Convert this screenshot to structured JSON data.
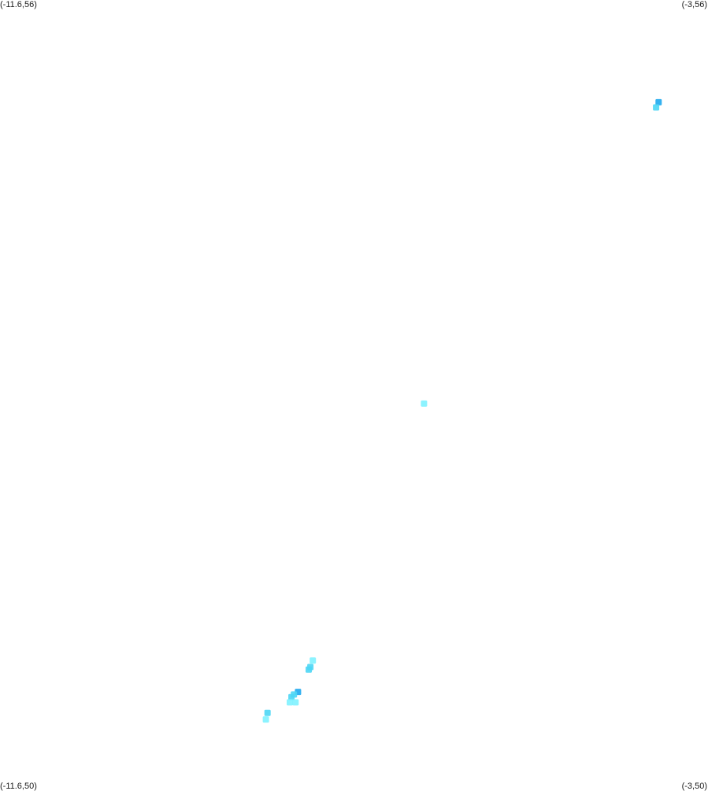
{
  "corners": {
    "top_left": "(-11.6,56)",
    "top_right": "(-3,56)",
    "bottom_left": "(-11.6,50)",
    "bottom_right": "(-3,50)"
  },
  "colors": {
    "light": "#7ff2ff",
    "mid": "#4cd6f5",
    "dark": "#1ea8ee",
    "background": "#ffffff"
  },
  "map_data": {
    "lon_range": [
      -11.6,
      -3
    ],
    "lat_range": [
      50,
      56
    ],
    "cells": [
      {
        "lon": -3.6,
        "lat": 55.22,
        "level": "dark"
      },
      {
        "lon": -3.63,
        "lat": 55.18,
        "level": "mid"
      },
      {
        "lon": -6.45,
        "lat": 52.92,
        "level": "light"
      },
      {
        "lon": -7.8,
        "lat": 50.96,
        "level": "light"
      },
      {
        "lon": -7.83,
        "lat": 50.91,
        "level": "mid"
      },
      {
        "lon": -7.85,
        "lat": 50.89,
        "level": "mid"
      },
      {
        "lon": -7.98,
        "lat": 50.72,
        "level": "dark"
      },
      {
        "lon": -8.03,
        "lat": 50.7,
        "level": "mid"
      },
      {
        "lon": -8.06,
        "lat": 50.68,
        "level": "mid"
      },
      {
        "lon": -8.01,
        "lat": 50.64,
        "level": "light"
      },
      {
        "lon": -8.08,
        "lat": 50.64,
        "level": "light"
      },
      {
        "lon": -8.35,
        "lat": 50.56,
        "level": "mid"
      },
      {
        "lon": -8.37,
        "lat": 50.51,
        "level": "light"
      }
    ]
  }
}
